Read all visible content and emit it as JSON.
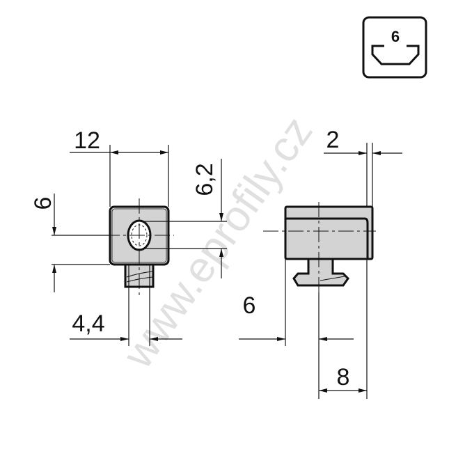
{
  "watermark": "www.eprofily.cz",
  "profile_icon": {
    "label": "6"
  },
  "front_view": {
    "dim_width": "12",
    "dim_height": "6",
    "dim_hole": "6,2",
    "dim_thread": "4,4"
  },
  "side_view": {
    "dim_lip": "2",
    "dim_offset": "6",
    "dim_length": "8"
  }
}
